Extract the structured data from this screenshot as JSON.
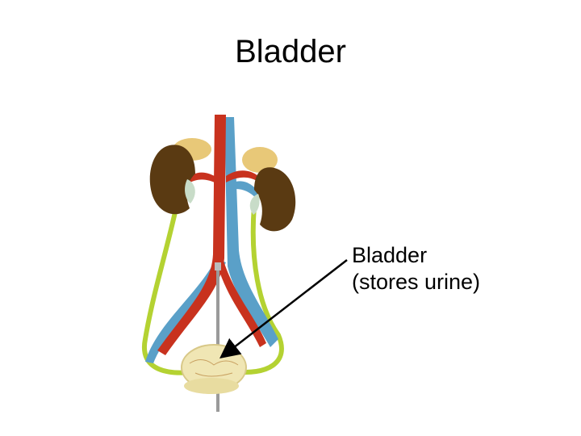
{
  "slide": {
    "title": "Bladder",
    "callout": {
      "line1": "Bladder",
      "line2": "(stores urine)"
    }
  },
  "colors": {
    "kidney": "#5a3a12",
    "adrenal": "#e8c878",
    "artery": "#c8321e",
    "vein": "#5aa0c8",
    "ureter": "#b4d232",
    "bladder": "#f0e6b4"
  },
  "icons": {
    "figure": "urinary-system-model-illustration"
  }
}
